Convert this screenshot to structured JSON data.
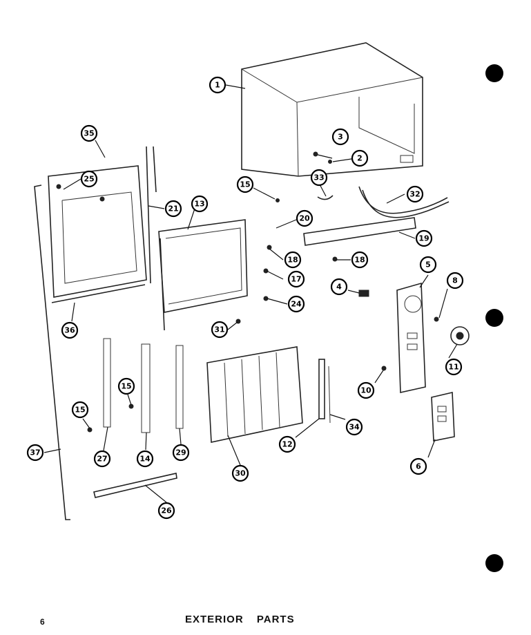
{
  "page": {
    "title": "EXTERIOR PARTS",
    "number": "6"
  },
  "callouts": [
    "1",
    "2",
    "3",
    "4",
    "5",
    "6",
    "8",
    "10",
    "11",
    "12",
    "13",
    "14",
    "15",
    "15",
    "15",
    "17",
    "18",
    "18",
    "19",
    "20",
    "21",
    "24",
    "25",
    "26",
    "27",
    "29",
    "30",
    "31",
    "32",
    "33",
    "34",
    "35",
    "36",
    "37"
  ]
}
